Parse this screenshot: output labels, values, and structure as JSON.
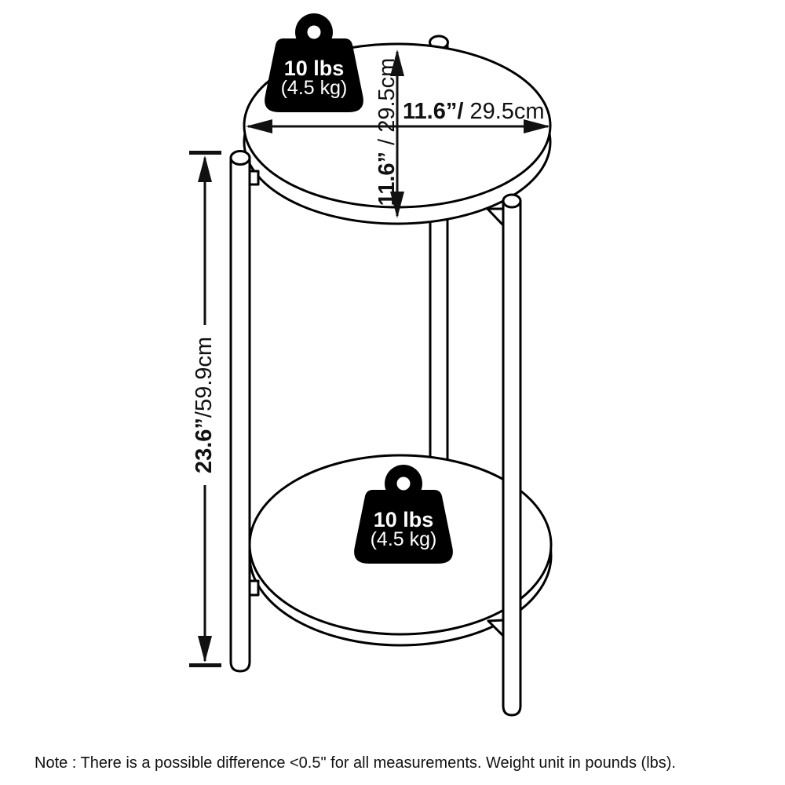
{
  "dimensions": {
    "top_width": {
      "bold": "11.6”/",
      "regular": " 29.5cm"
    },
    "top_depth": {
      "bold": "11.6”",
      "regular": " / 29.5cm"
    },
    "height": {
      "bold": "23.6”",
      "regular": "/59.9cm"
    }
  },
  "weight_capacity": {
    "top_shelf": {
      "pounds": "10 lbs",
      "kilograms": "(4.5 kg)"
    },
    "bottom_shelf": {
      "pounds": "10 lbs",
      "kilograms": "(4.5 kg)"
    }
  },
  "note": "Note : There is a possible difference <0.5\" for all measurements. Weight unit in pounds (lbs).",
  "colors": {
    "line": "#000000",
    "text": "#111111",
    "background": "#ffffff",
    "weight_fill": "#000000",
    "weight_text": "#ffffff"
  }
}
